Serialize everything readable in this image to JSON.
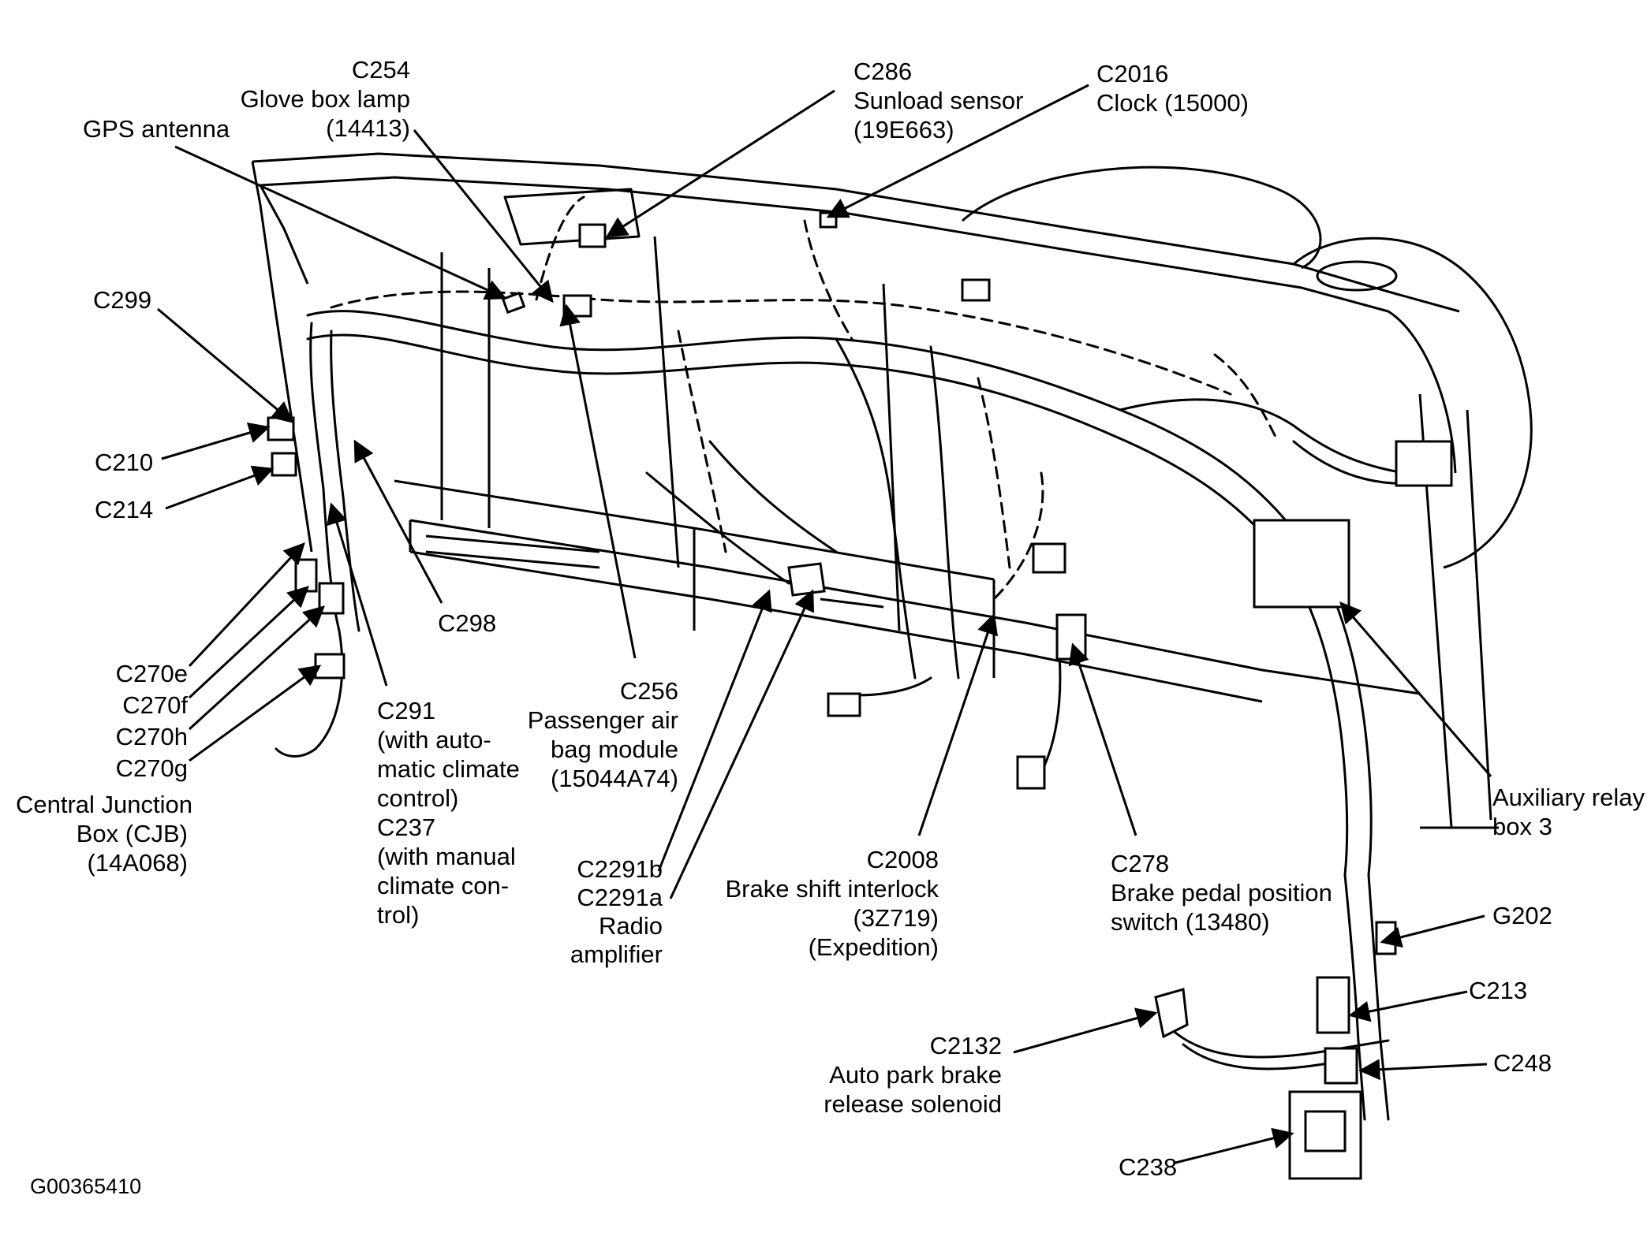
{
  "figure_id": "G00365410",
  "callouts": {
    "c254": [
      "C254",
      "Glove box lamp",
      "(14413)"
    ],
    "c286": [
      "C286",
      "Sunload sensor",
      "(19E663)"
    ],
    "c2016": [
      "C2016",
      "Clock (15000)"
    ],
    "gps": [
      "GPS antenna"
    ],
    "c299": [
      "C299"
    ],
    "c210": [
      "C210"
    ],
    "c214": [
      "C214"
    ],
    "c298": [
      "C298"
    ],
    "c270": [
      "C270e",
      "C270f",
      "C270h",
      "C270g"
    ],
    "cjb": [
      "Central Junction",
      "Box (CJB)",
      "(14A068)"
    ],
    "c291": [
      "C291",
      "(with auto-",
      "matic climate",
      "control)",
      "C237",
      "(with manual",
      "climate con-",
      "trol)"
    ],
    "c256": [
      "C256",
      "Passenger air",
      "bag module",
      "(15044A74)"
    ],
    "c2291": [
      "C2291b",
      "C2291a",
      "Radio",
      "amplifier"
    ],
    "c2008": [
      "C2008",
      "Brake shift interlock",
      "(3Z719)",
      "(Expedition)"
    ],
    "c278": [
      "C278",
      "Brake pedal position",
      "switch (13480)"
    ],
    "aux": [
      "Auxiliary relay",
      "box 3"
    ],
    "g202": [
      "G202"
    ],
    "c213": [
      "C213"
    ],
    "c248": [
      "C248"
    ],
    "c2132": [
      "C2132",
      "Auto park brake",
      "release solenoid"
    ],
    "c238": [
      "C238"
    ]
  }
}
